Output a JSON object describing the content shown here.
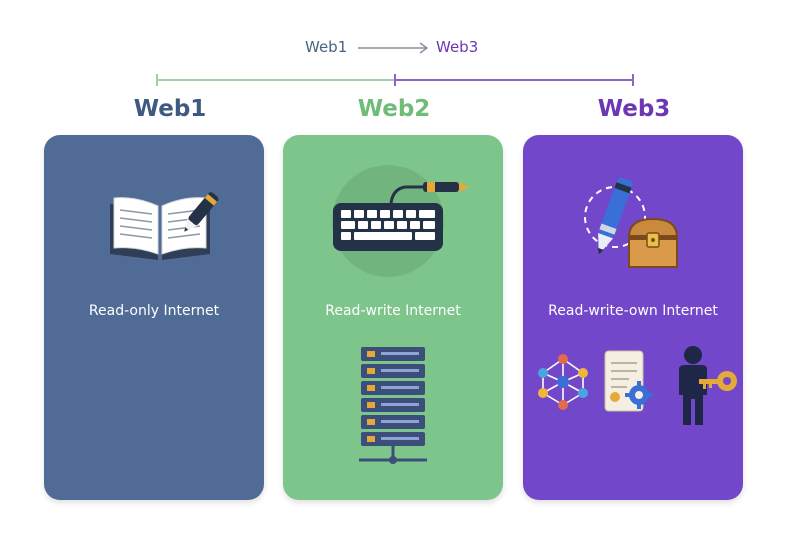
{
  "progression": {
    "from": "Web1",
    "to": "Web3"
  },
  "columns": [
    {
      "title": "Web1",
      "caption": "Read-only Internet",
      "color": "#4f6b96",
      "title_color": "#3f5a80",
      "icons": [
        "open-book-icon",
        "pen-icon"
      ]
    },
    {
      "title": "Web2",
      "caption": "Read-write Internet",
      "color": "#7ec58b",
      "title_color": "#6fbc78",
      "icons": [
        "keyboard-icon",
        "server-rack-icon"
      ]
    },
    {
      "title": "Web3",
      "caption": "Read-write-own Internet",
      "color": "#7347c9",
      "title_color": "#6d37b4",
      "icons": [
        "pen-icon",
        "treasure-chest-icon",
        "network-nodes-icon",
        "contract-document-icon",
        "person-with-key-icon"
      ]
    }
  ]
}
